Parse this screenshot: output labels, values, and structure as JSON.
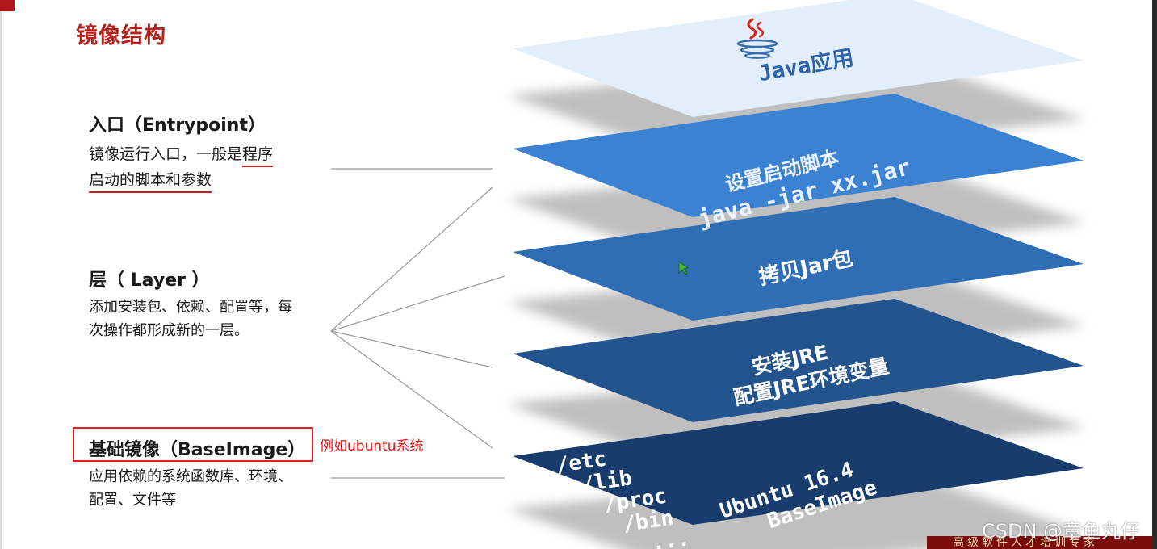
{
  "slide": {
    "title": "镜像结构"
  },
  "entrypoint": {
    "heading": "入口（Entrypoint）",
    "line1_a": "镜像运行入口，一般是",
    "line1_b": "程序",
    "line2": "启动的脚本和参数"
  },
  "layer": {
    "heading": "层（ Layer ）",
    "line1": "添加安装包、依赖、配置等，每",
    "line2": "次操作都形成新的一层。"
  },
  "baseimage": {
    "heading": "基础镜像（BaseImage）",
    "line1": "应用依赖的系统函数库、环境、",
    "line2": "配置、文件等",
    "note": "例如ubuntu系统"
  },
  "stack": {
    "app_label": "Java应用",
    "script_title": "设置启动脚本",
    "script_cmd": "java -jar xx.jar",
    "copy_label": "拷贝Jar包",
    "jre_line1": "安装JRE",
    "jre_line2": "配置JRE环境变量",
    "base_dirs": [
      "/etc",
      "/lib",
      "/proc",
      "/bin",
      "..."
    ],
    "base_os": "Ubuntu 16.4",
    "base_name": "BaseImage"
  },
  "colors": {
    "title_red": "#b3221c",
    "annotation_red": "#e02020",
    "layer_top": "#e3eefb",
    "layer_1": "#3c82d2",
    "layer_2": "#2f6db5",
    "layer_3": "#24548e",
    "layer_4": "#183d6c"
  },
  "footer": {
    "watermark": "CSDN @章鱼丸仔",
    "banner": "高级软件人才培训专家"
  }
}
